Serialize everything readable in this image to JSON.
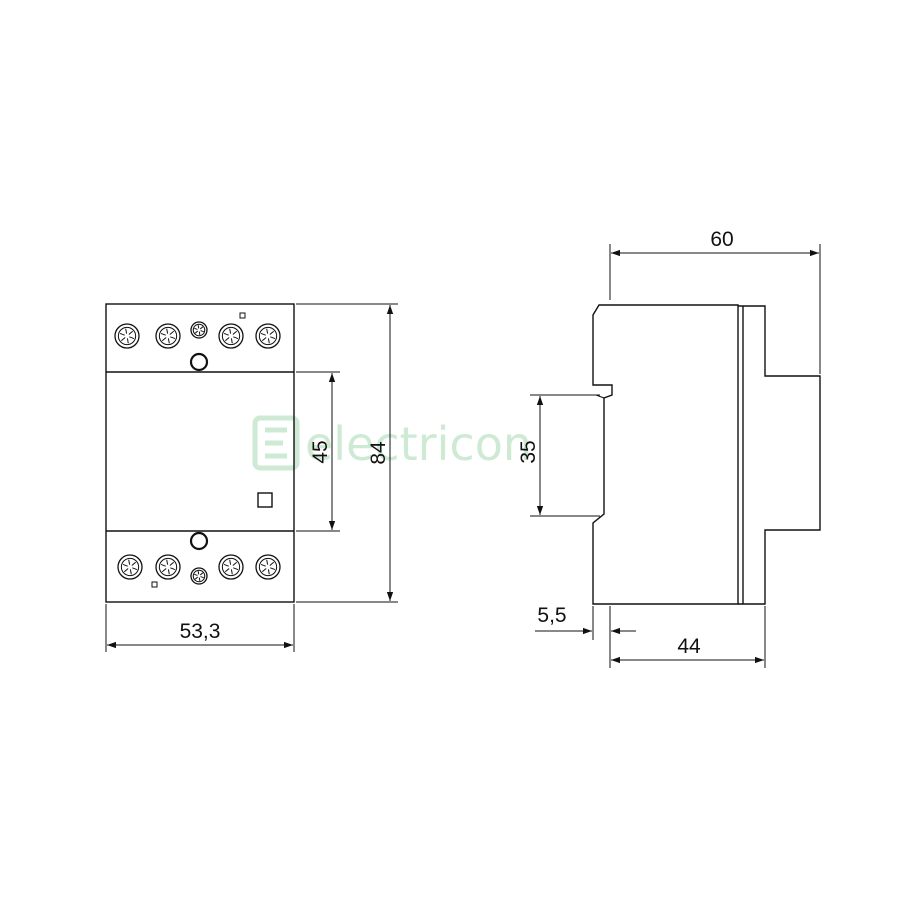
{
  "dimensions": {
    "front_width": "53,3",
    "front_height_total": "84",
    "front_height_window": "45",
    "side_depth_total": "60",
    "side_rail_height": "35",
    "side_offset": "5,5",
    "side_depth_body": "44"
  },
  "watermark": {
    "text": "electricon"
  },
  "colors": {
    "line": "#111111",
    "watermark": "#bfe3c6"
  }
}
